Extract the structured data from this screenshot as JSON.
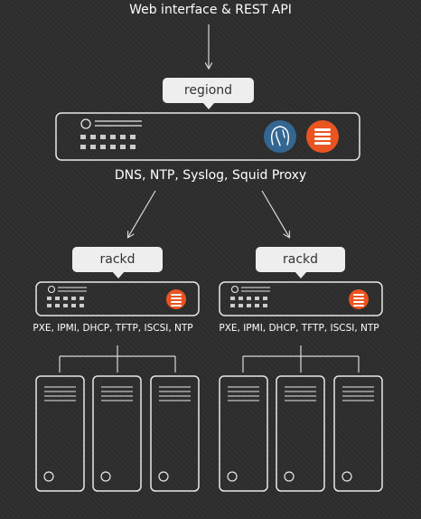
{
  "top_label": "Web interface & REST API",
  "region": {
    "tag": "regiond",
    "services": "DNS, NTP, Syslog, Squid Proxy",
    "icons": [
      "postgresql-elephant-icon",
      "ubuntu-maas-icon"
    ]
  },
  "racks": [
    {
      "tag": "rackd",
      "services": "PXE, IPMI, DHCP, TFTP, ISCSI, NTP",
      "icon": "ubuntu-maas-icon"
    },
    {
      "tag": "rackd",
      "services": "PXE, IPMI, DHCP, TFTP, ISCSI, NTP",
      "icon": "ubuntu-maas-icon"
    }
  ],
  "colors": {
    "background": "#2d2d2d",
    "line": "#d9d9d9",
    "tag_fill": "#eeeeee",
    "postgres_blue": "#336791",
    "maas_orange": "#e95420"
  }
}
